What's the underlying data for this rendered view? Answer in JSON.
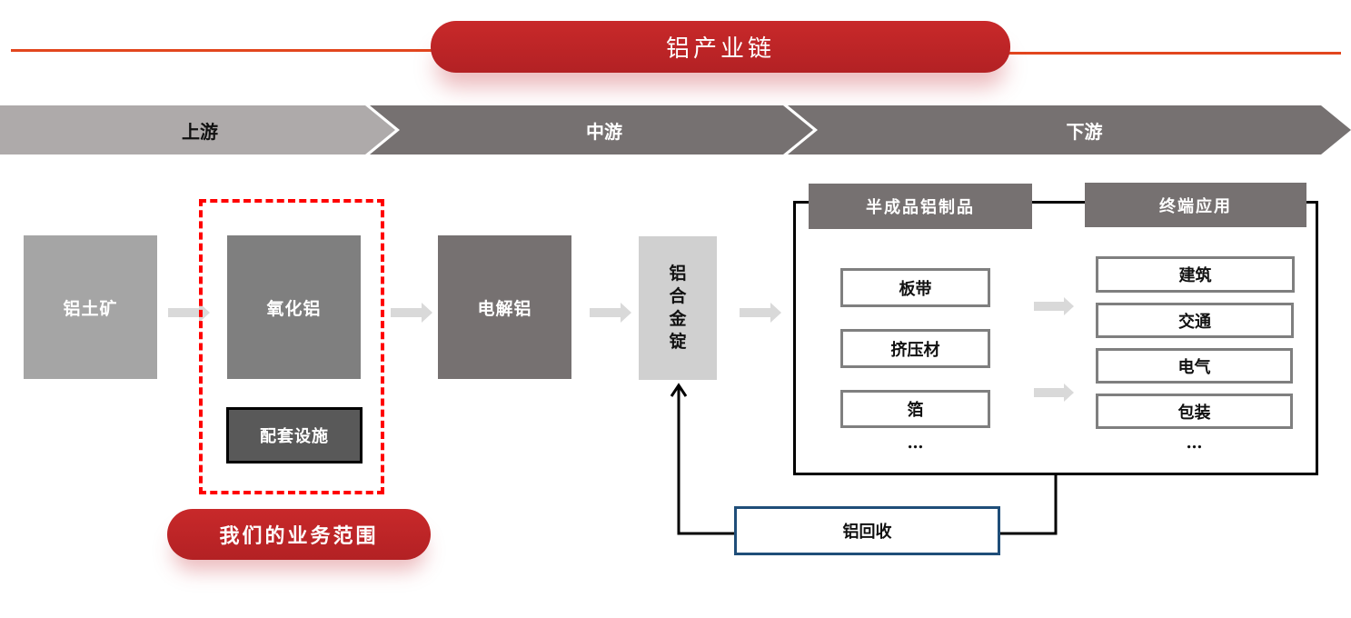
{
  "title": "铝产业链",
  "colors": {
    "accent_red": "#c0262a",
    "title_line": "#e2461e",
    "scope_border": "#ff0000",
    "upstream_band": "#aeaaaa",
    "band_dark": "#767171",
    "recycle_border": "#1f4e79"
  },
  "stages": [
    {
      "label": "上游"
    },
    {
      "label": "中游"
    },
    {
      "label": "下游"
    }
  ],
  "flow": {
    "bauxite": "铝土矿",
    "alumina": "氧化铝",
    "supporting_facilities": "配套设施",
    "electrolytic_aluminum": "电解铝",
    "alloy_ingot_chars": [
      "铝",
      "合",
      "金",
      "锭"
    ]
  },
  "business_scope_label": "我们的业务范围",
  "downstream": {
    "semi_finished": {
      "header": "半成品铝制品",
      "items": [
        "板带",
        "挤压材",
        "箔"
      ],
      "more": "…"
    },
    "end_use": {
      "header": "终端应用",
      "items": [
        "建筑",
        "交通",
        "电气",
        "包装"
      ],
      "more": "…"
    }
  },
  "recycling_label": "铝回收"
}
